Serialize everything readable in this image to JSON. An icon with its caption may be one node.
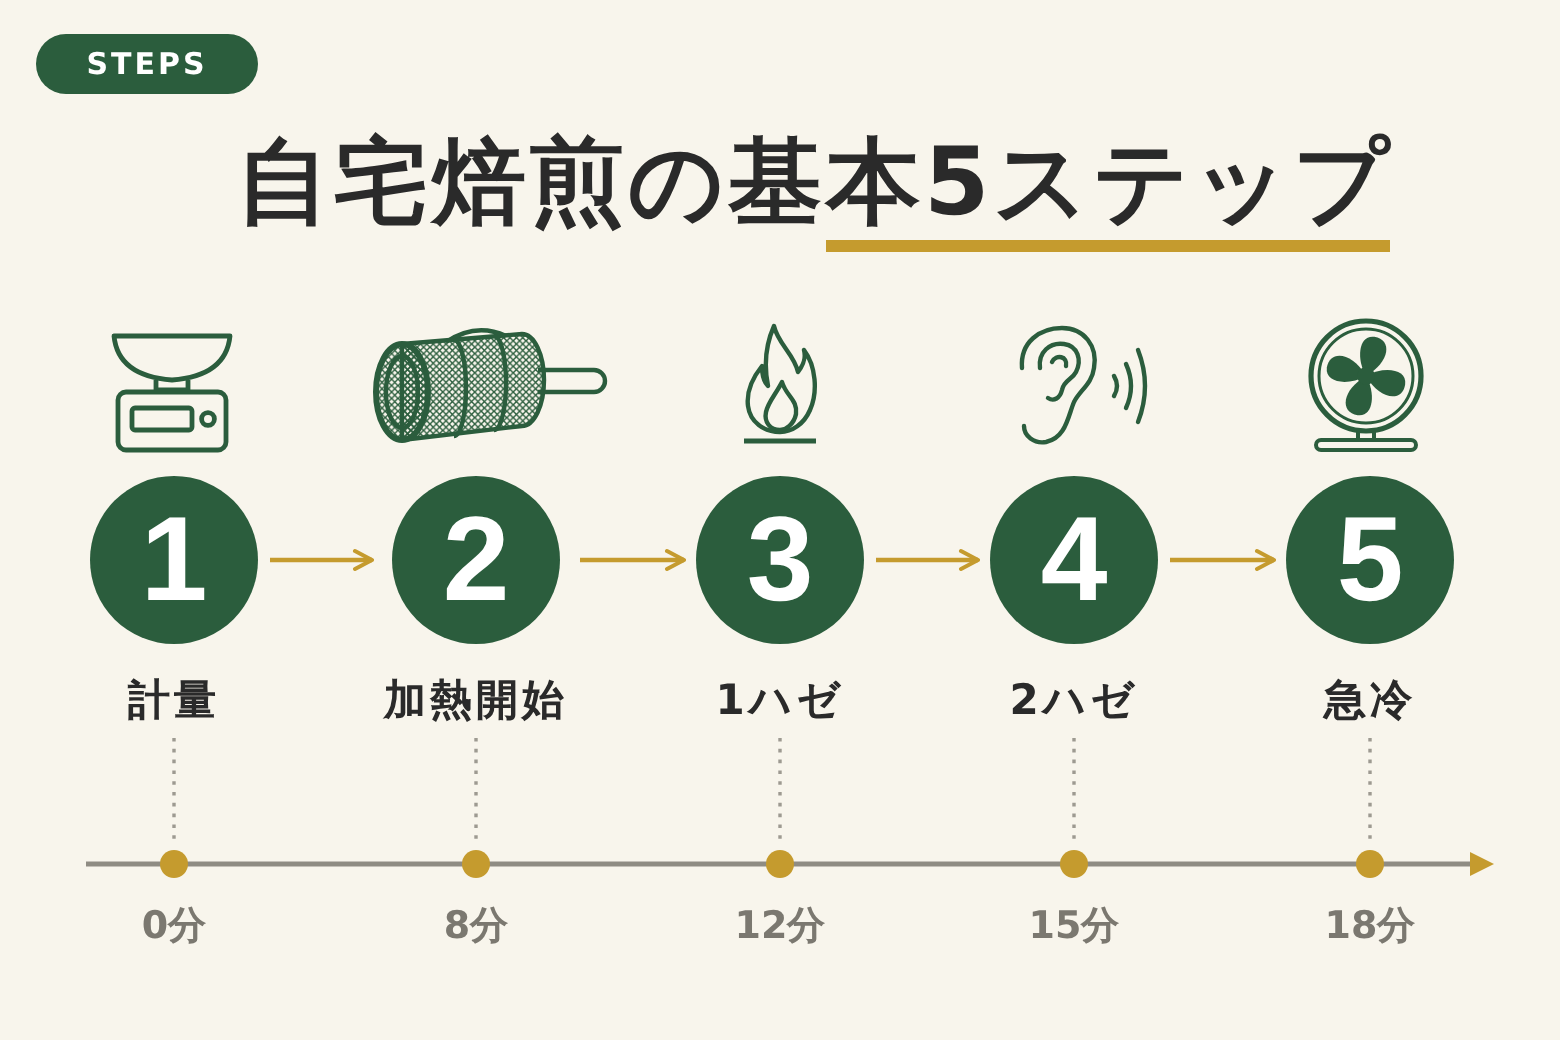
{
  "diagram": {
    "title": "自宅焙煎の基本5ステップ",
    "nodes": [
      {
        "text": [
          "1"
        ],
        "beside": [
          "計量"
        ]
      },
      {
        "text": [
          "2"
        ],
        "beside": [
          "加熱開始"
        ]
      },
      {
        "text": [
          "3"
        ],
        "beside": [
          "1ハゼ"
        ]
      },
      {
        "text": [
          "4"
        ],
        "beside": [
          "2ハゼ"
        ]
      },
      {
        "text": [
          "5"
        ],
        "beside": [
          "急冷"
        ]
      },
      {
        "text": [],
        "shape": "circle",
        "beside": [
          "0分"
        ]
      },
      {
        "text": [],
        "shape": "circle",
        "beside": [
          "8分"
        ]
      },
      {
        "text": [],
        "shape": "circle",
        "beside": [
          "12分"
        ]
      },
      {
        "text": [],
        "shape": "circle",
        "beside": [
          "15分"
        ]
      },
      {
        "text": [],
        "shape": "circle",
        "beside": [
          "18分"
        ]
      }
    ],
    "edges": [
      {
        "from": 0,
        "to": 1,
        "arrow": "to",
        "color": "#c59b2e"
      },
      {
        "from": 1,
        "to": 2,
        "arrow": "to",
        "color": "#c59b2e"
      },
      {
        "from": 2,
        "to": 3,
        "arrow": "to",
        "color": "#c59b2e"
      },
      {
        "from": 3,
        "to": 4,
        "arrow": "to",
        "color": "#c59b2e"
      },
      {
        "from": 0,
        "to": 5,
        "arrow": "none",
        "style": "dashed"
      },
      {
        "from": 1,
        "to": 6,
        "arrow": "none",
        "style": "dashed"
      },
      {
        "from": 2,
        "to": 7,
        "arrow": "none",
        "style": "dashed"
      },
      {
        "from": 3,
        "to": 8,
        "arrow": "none",
        "style": "dashed"
      },
      {
        "from": 4,
        "to": 9,
        "arrow": "none",
        "style": "dashed"
      }
    ],
    "labels": [
      "STEPS"
    ]
  }
}
